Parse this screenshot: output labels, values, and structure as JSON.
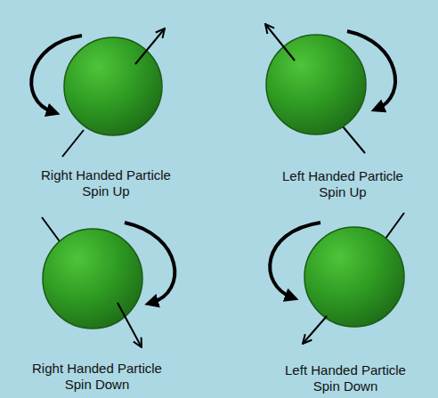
{
  "diagram": {
    "labels": [
      "Right Handed Particle Spin Up",
      "Left Handed Particle Spin Up",
      "Right Handed Particle Spin Down",
      "Left Handed Particle Spin Down"
    ]
  }
}
